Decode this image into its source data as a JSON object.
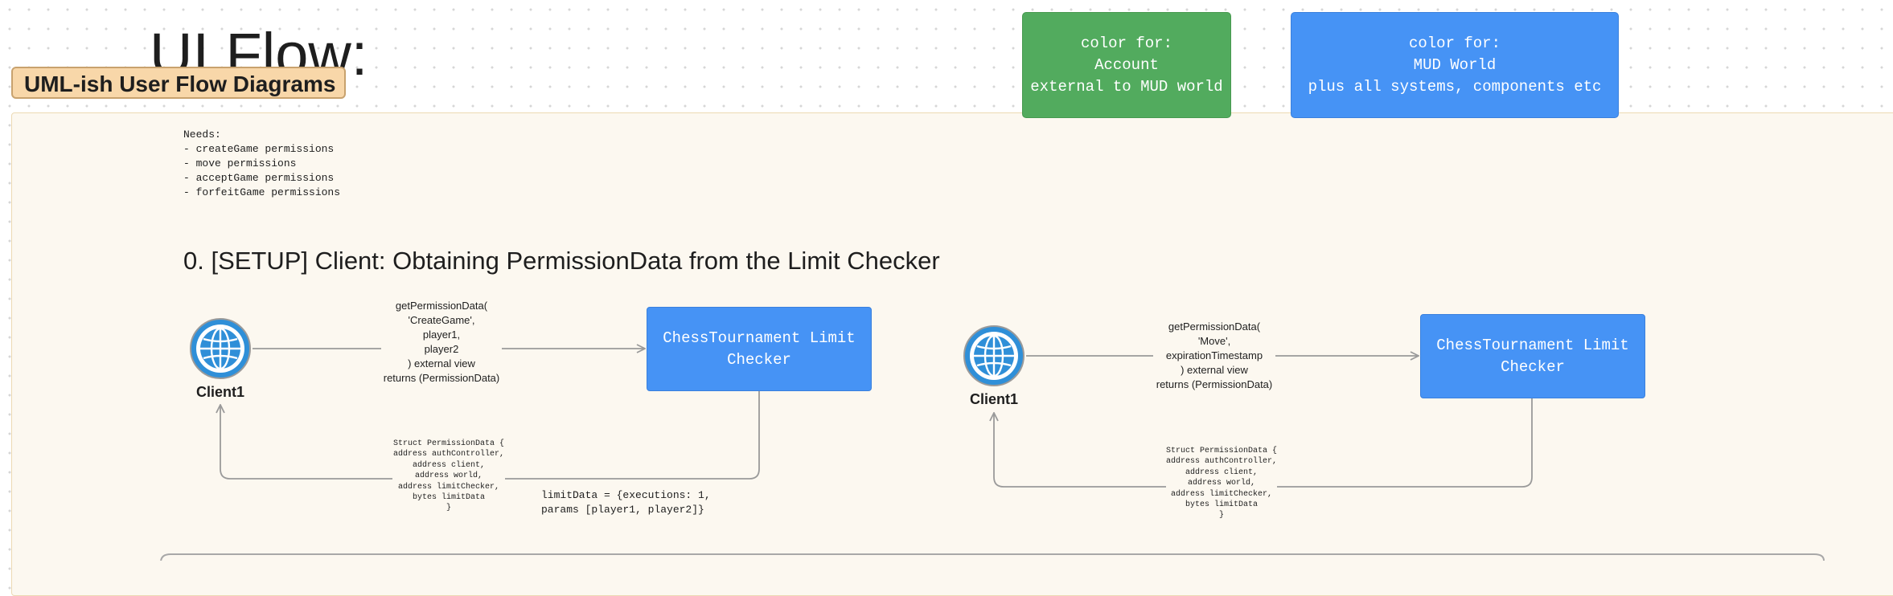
{
  "page": {
    "title": "UI Flow:"
  },
  "frame": {
    "label": "UML-ish User Flow Diagrams"
  },
  "legend": {
    "account": {
      "text": "color for:\nAccount\nexternal to MUD world",
      "color": "#52ab5e"
    },
    "mud_world": {
      "text": "color for:\nMUD World\nplus all systems, components etc",
      "color": "#4693f5"
    }
  },
  "needs": {
    "text": "Needs:\n- createGame permissions\n- move permissions\n- acceptGame permissions\n- forfeitGame permissions"
  },
  "section": {
    "heading": "0. [SETUP] Client: Obtaining PermissionData from the Limit Checker"
  },
  "flows": [
    {
      "client_label": "Client1",
      "client_icon": "globe-icon",
      "call_text": "getPermissionData(\n'CreateGame',\nplayer1,\nplayer2\n) external view\nreturns (PermissionData)",
      "checker_label": "ChessTournament Limit\nChecker",
      "struct_text": "Struct PermissionData {\naddress authController,\naddress client,\naddress world,\naddress limitChecker,\nbytes limitData\n}",
      "limit_text": "limitData = {executions: 1,\nparams [player1, player2]}"
    },
    {
      "client_label": "Client1",
      "client_icon": "globe-icon",
      "call_text": "getPermissionData(\n'Move',\nexpirationTimestamp\n) external view\nreturns (PermissionData)",
      "checker_label": "ChessTournament Limit\nChecker",
      "struct_text": "Struct PermissionData {\naddress authController,\naddress client,\naddress world,\naddress limitChecker,\nbytes limitData\n}"
    }
  ]
}
